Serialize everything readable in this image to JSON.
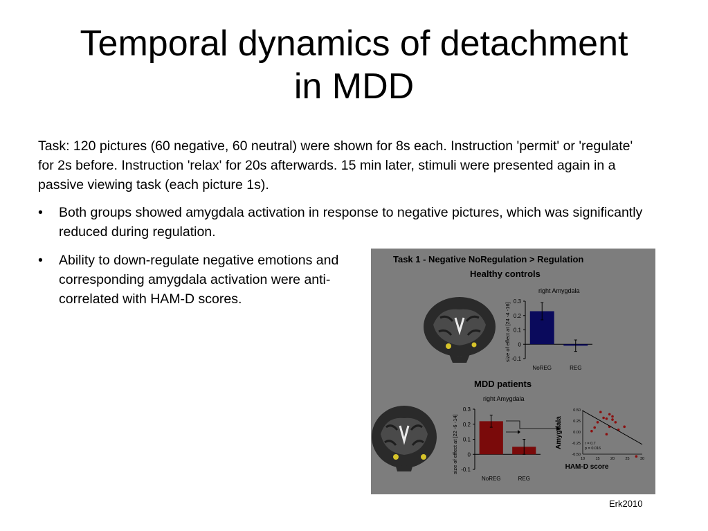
{
  "slide": {
    "title_line1": "Temporal dynamics of detachment",
    "title_line2": "in MDD",
    "task_text": "Task: 120 pictures  (60 negative, 60 neutral) were shown for 8s each. Instruction 'permit' or 'regulate' for 2s before. Instruction 'relax' for 20s afterwards. 15 min later, stimuli were presented again in a passive viewing task (each picture 1s).",
    "bullet_symbol": "•",
    "bullets": [
      "Both groups showed amygdala activation in response to negative pictures, which was significantly reduced during regulation.",
      "Ability to down-regulate negative emotions and corresponding amygdala activation were anti-correlated with HAM-D scores."
    ],
    "citation": "Erk2010"
  },
  "figure": {
    "header": "Task 1 - Negative NoRegulation > Regulation",
    "colors": {
      "background": "#7d7d7d",
      "healthy_bar": "#0a0a5c",
      "mdd_bar": "#7a0a0a",
      "scatter_point": "#8b1010"
    }
  },
  "chart_data": [
    {
      "type": "bar",
      "title": "Healthy controls",
      "subtitle": "right Amygdala",
      "ylabel": "size of effect at [24 -4 -16]",
      "categories": [
        "NoREG",
        "REG"
      ],
      "values": [
        0.23,
        -0.01
      ],
      "errors": [
        0.06,
        0.04
      ],
      "ylim": [
        -0.1,
        0.3
      ],
      "yticks": [
        "0.3",
        "0.2",
        "0.1",
        "0",
        "-0.1"
      ]
    },
    {
      "type": "bar",
      "title": "MDD patients",
      "subtitle": "right Amygdala",
      "ylabel": "size of effect at [22 -6 -14]",
      "categories": [
        "NoREG",
        "REG"
      ],
      "values": [
        0.22,
        0.05
      ],
      "errors": [
        0.04,
        0.05
      ],
      "ylim": [
        -0.1,
        0.3
      ],
      "yticks": [
        "0.3",
        "0.2",
        "0.1",
        "0",
        "-0.1"
      ]
    },
    {
      "type": "scatter",
      "xlabel": "HAM-D score",
      "ylabel": "Amygdala",
      "xlim": [
        10,
        30
      ],
      "ylim": [
        -0.5,
        0.5
      ],
      "xticks": [
        "10",
        "15",
        "20",
        "25",
        "30"
      ],
      "yticks": [
        "0.50",
        "0.25",
        "0.00",
        "-0.25",
        "-0.50"
      ],
      "points": [
        {
          "x": 15,
          "y": 0.22
        },
        {
          "x": 16,
          "y": 0.45
        },
        {
          "x": 17,
          "y": 0.32
        },
        {
          "x": 18,
          "y": 0.3
        },
        {
          "x": 19,
          "y": 0.4
        },
        {
          "x": 19,
          "y": 0.12
        },
        {
          "x": 20,
          "y": 0.35
        },
        {
          "x": 20,
          "y": 0.28
        },
        {
          "x": 21,
          "y": 0.22
        },
        {
          "x": 22,
          "y": 0.05
        },
        {
          "x": 14,
          "y": 0.1
        },
        {
          "x": 13,
          "y": 0.02
        },
        {
          "x": 24,
          "y": 0.12
        },
        {
          "x": 28,
          "y": -0.55
        },
        {
          "x": 18,
          "y": -0.05
        }
      ],
      "fit": {
        "x": [
          10,
          30
        ],
        "y": [
          0.48,
          -0.28
        ]
      },
      "annotations": [
        "r = 0.7",
        "p = 0.016"
      ]
    }
  ]
}
